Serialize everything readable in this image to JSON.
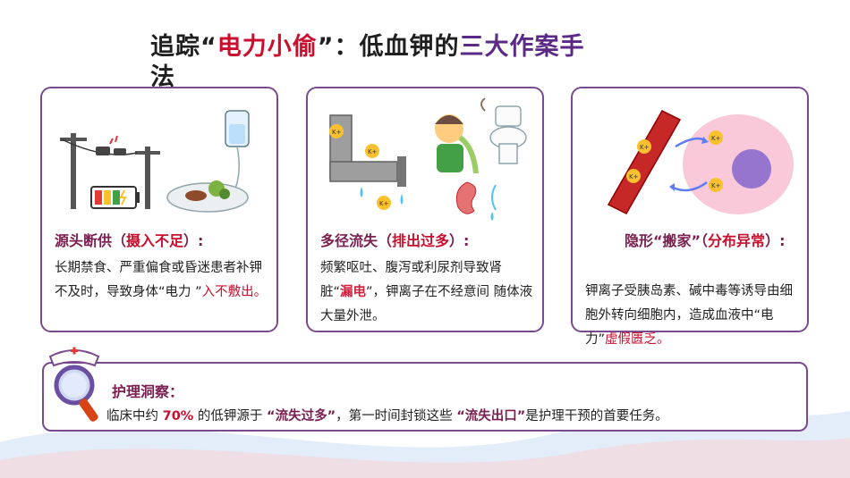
{
  "title": {
    "part1": "追踪“",
    "highlight": "电力小偷",
    "part2": "”：低血钾的",
    "purple": "三大作案手",
    "part3": "法"
  },
  "cards": [
    {
      "head_main": "源头断供（",
      "head_sub": "摄入不足",
      "head_end": "）:",
      "body_a": "长期禁食、严重偏食或昏迷患者补钾不及时，导致身体“电力 ”",
      "body_b": "入不敷出。"
    },
    {
      "head_main": "多径流失（",
      "head_sub": "排出过多",
      "head_end": "）:",
      "body_a": "频繁呕吐、腹泻或利尿剂导致肾脏“",
      "body_hot": "漏电",
      "body_b": "”，钾离子在不经意间 随体液大量外泄。"
    },
    {
      "head_main": "隐形“搬家”（",
      "head_sub": "分布异常",
      "head_end": "）:",
      "body_a": "钾离子受胰岛素、碱中毒等诱导由细胞外转向细胞内，造成血液中“电力”",
      "body_b": "虚假匮乏。"
    }
  ],
  "insight": {
    "head": "护理洞察：",
    "t1": "临床中约 ",
    "pct": "70%",
    "t2": " 的低钾源于 ",
    "q1": "“流失过多”",
    "t3": "，第一时间封锁这些 ",
    "q2": "“流失出口”",
    "t4": "是护理干预的首要任务。"
  },
  "icons": {
    "k_label": "K+"
  }
}
